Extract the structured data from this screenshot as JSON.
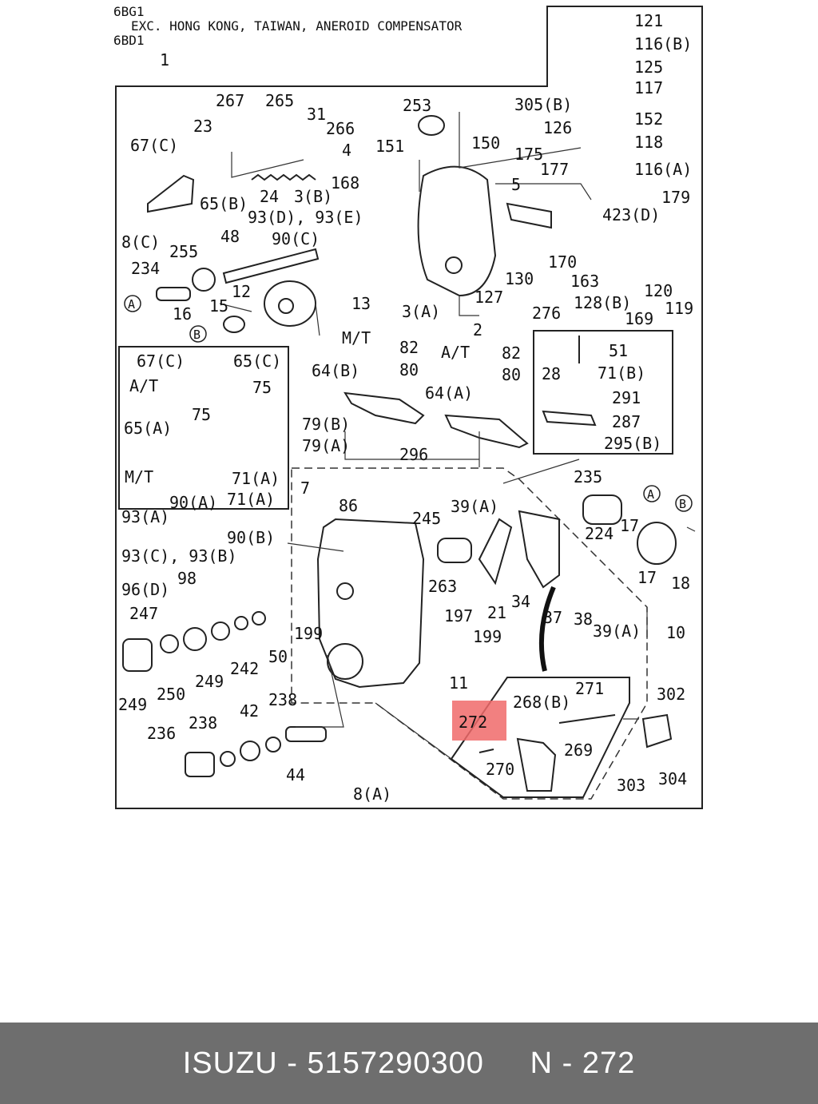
{
  "header": {
    "line1": "6BG1",
    "line2": "EXC. HONG KONG, TAIWAN, ANEROID COMPENSATOR",
    "line3": "6BD1"
  },
  "inset_labels": {
    "manual": "M/T",
    "automatic": "A/T"
  },
  "highlight": {
    "part": "272",
    "color": "#f06a6a"
  },
  "parts": [
    "1",
    "2",
    "3(A)",
    "3(B)",
    "4",
    "5",
    "7",
    "8(A)",
    "8(C)",
    "10",
    "11",
    "12",
    "13",
    "15",
    "16",
    "17",
    "18",
    "21",
    "23",
    "24",
    "28",
    "31",
    "34",
    "37",
    "38",
    "39(A)",
    "42",
    "44",
    "48",
    "50",
    "51",
    "64(A)",
    "64(B)",
    "65(A)",
    "65(B)",
    "65(C)",
    "67(C)",
    "71(A)",
    "71(B)",
    "75",
    "79(A)",
    "79(B)",
    "80",
    "82",
    "86",
    "90(A)",
    "90(B)",
    "90(C)",
    "93(A)",
    "93(C), 93(B)",
    "93(D), 93(E)",
    "96(D)",
    "98",
    "116(A)",
    "116(B)",
    "117",
    "118",
    "119",
    "120",
    "121",
    "125",
    "126",
    "127",
    "128(B)",
    "130",
    "150",
    "151",
    "152",
    "163",
    "168",
    "169",
    "170",
    "175",
    "177",
    "179",
    "197",
    "199",
    "224",
    "234",
    "235",
    "236",
    "238",
    "242",
    "245",
    "247",
    "249",
    "250",
    "253",
    "255",
    "263",
    "265",
    "266",
    "267",
    "268(B)",
    "269",
    "270",
    "271",
    "272",
    "276",
    "287",
    "291",
    "295(B)",
    "296",
    "302",
    "303",
    "304",
    "305(B)",
    "423(D)",
    "A",
    "B"
  ],
  "footer": {
    "text": "ISUZU - 5157290300     N - 272"
  }
}
